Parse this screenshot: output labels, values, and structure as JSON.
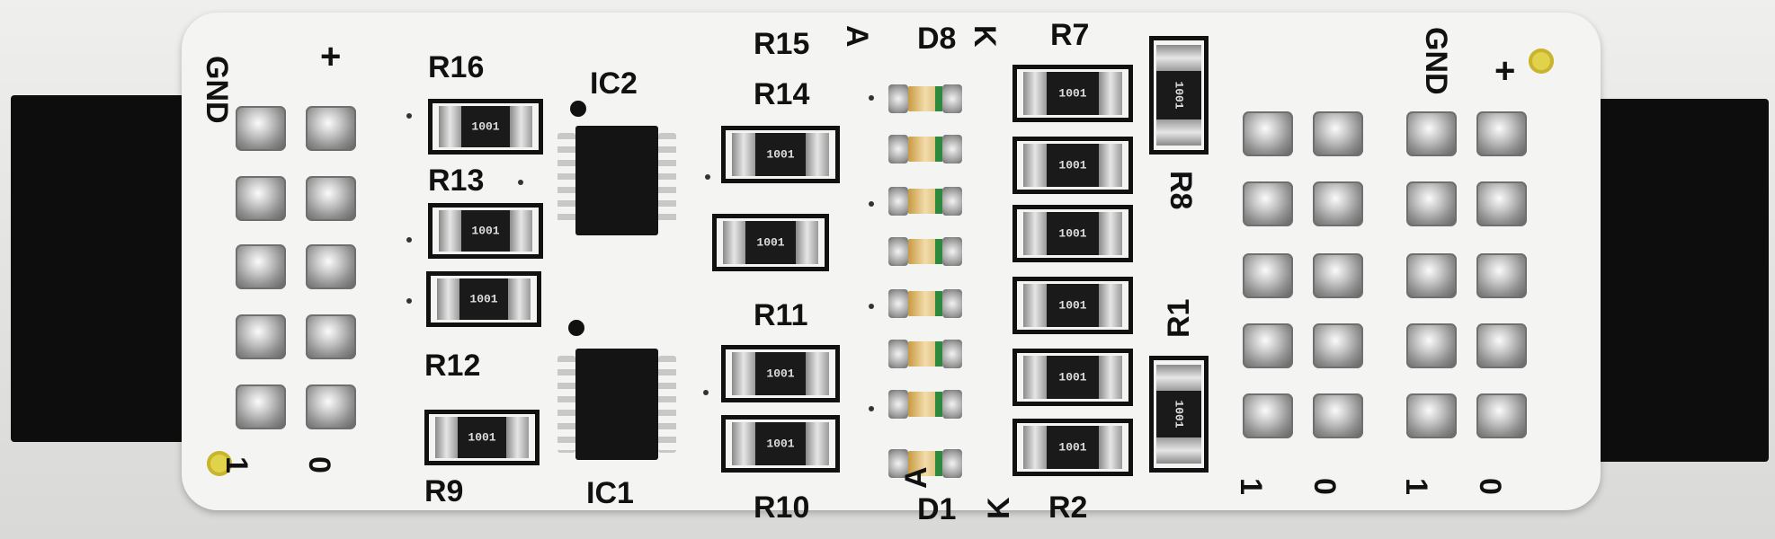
{
  "scene": {
    "subject": "white PCB module with SMD resistors, two ICs and eight LEDs",
    "silkscreen": {
      "left_power": [
        "GND",
        "+"
      ],
      "left_logic": [
        "1",
        "0"
      ],
      "right_power": [
        "GND",
        "+"
      ],
      "right_logic": [
        "1",
        "0",
        "1",
        "0"
      ],
      "ic_top": "IC2",
      "ic_bottom": "IC1",
      "resistors": {
        "r16": "R16",
        "r13": "R13",
        "r12": "R12",
        "r9": "R9",
        "r15": "R15",
        "r14": "R14",
        "r11": "R11",
        "r10": "R10",
        "r7": "R7",
        "r2": "R2",
        "r8": "R8",
        "r1": "R1"
      },
      "led_top": {
        "anode": "A",
        "name": "D8",
        "cathode": "K"
      },
      "led_bottom": {
        "anode": "A",
        "name": "D1",
        "cathode": "K"
      }
    },
    "resistor_code": "1001",
    "colors": {
      "board": "#f4f4f2",
      "header": "#0d0d0d",
      "silkscreen": "#111111",
      "solder": "#bdbdbd",
      "mounting_hole": "#e0d24a"
    }
  }
}
